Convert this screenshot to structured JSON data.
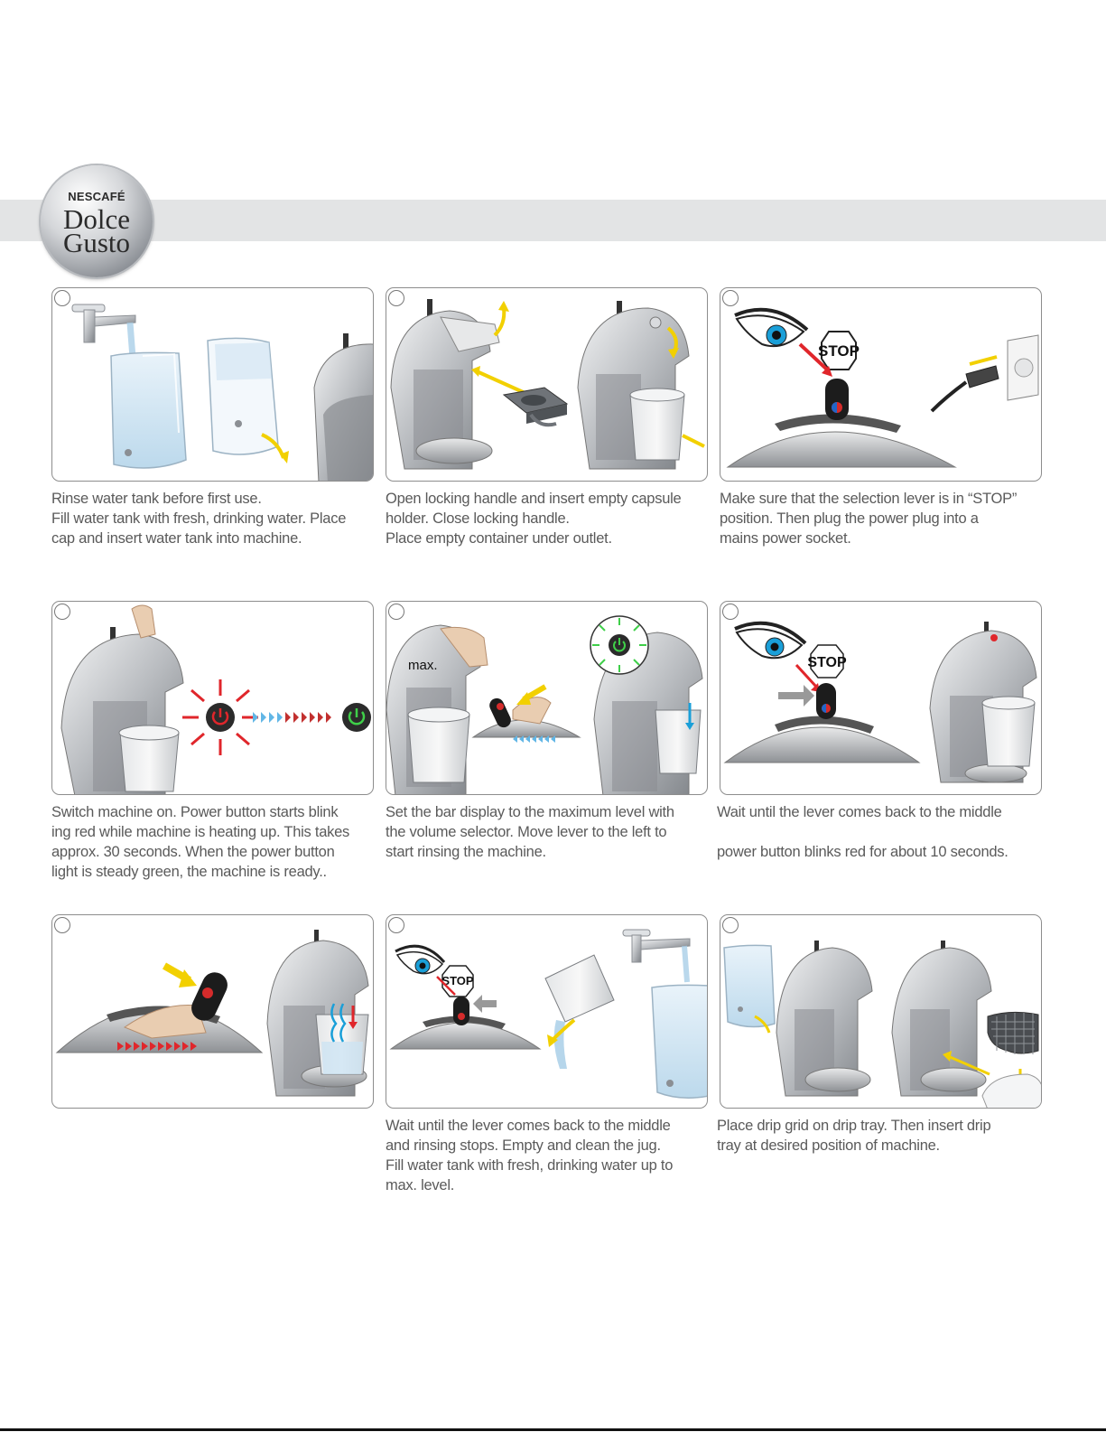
{
  "logo": {
    "brand": "NESCAFÉ",
    "line1": "Dolce",
    "line2": "Gusto"
  },
  "steps": [
    {
      "lines": [
        "Rinse water tank before first use.",
        "Fill water tank with fresh, drinking water. Place",
        "cap and insert water tank into machine."
      ]
    },
    {
      "lines": [
        "Open locking handle and insert empty capsule",
        "holder. Close locking handle.",
        "Place empty container under outlet."
      ]
    },
    {
      "lines": [
        "Make sure that the selection lever is in “STOP”",
        "position. Then plug the power plug into a",
        "mains power socket."
      ],
      "stop_label": "STOP"
    },
    {
      "lines": [
        "Switch machine on. Power button starts blink",
        "ing red while machine is heating up. This takes",
        "approx. 30 seconds. When the power button",
        "light is steady green, the machine is ready.."
      ]
    },
    {
      "lines": [
        "Set the bar display to the maximum level with",
        "the volume selector. Move lever to the left to",
        "start rinsing the machine."
      ],
      "max_label": "max."
    },
    {
      "lines": [
        "Wait until the lever comes back to the middle",
        "",
        "power button blinks red for about 10 seconds."
      ],
      "stop_label": "STOP"
    },
    {
      "lines": []
    },
    {
      "lines": [
        "Wait until the lever comes back to the middle",
        "and rinsing stops. Empty and clean the jug.",
        "Fill water tank with fresh, drinking water up to",
        "max. level."
      ],
      "stop_label": "STOP"
    },
    {
      "lines": [
        "Place drip grid on drip tray. Then insert drip",
        "tray at desired position of machine."
      ]
    }
  ]
}
